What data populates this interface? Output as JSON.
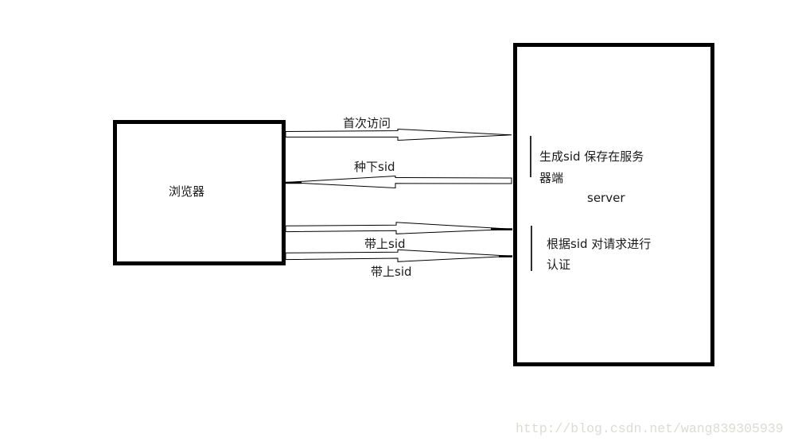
{
  "browser_box": {
    "label": "浏览器"
  },
  "server_box": {
    "note1_line1": "生成sid 保存在服务",
    "note1_line2": "器端",
    "server_label": "server",
    "note2_line1": "根据sid 对请求进行",
    "note2_line2": "认证"
  },
  "arrows": [
    {
      "label": "首次访问",
      "direction": "right"
    },
    {
      "label": "种下sid",
      "direction": "left"
    },
    {
      "label": "带上sid",
      "direction": "right"
    },
    {
      "label": "带上sid",
      "direction": "right"
    }
  ],
  "watermark": "http://blog.csdn.net/wang839305939",
  "colors": {
    "line": "#000000",
    "watermark": "#dcdcd4"
  }
}
